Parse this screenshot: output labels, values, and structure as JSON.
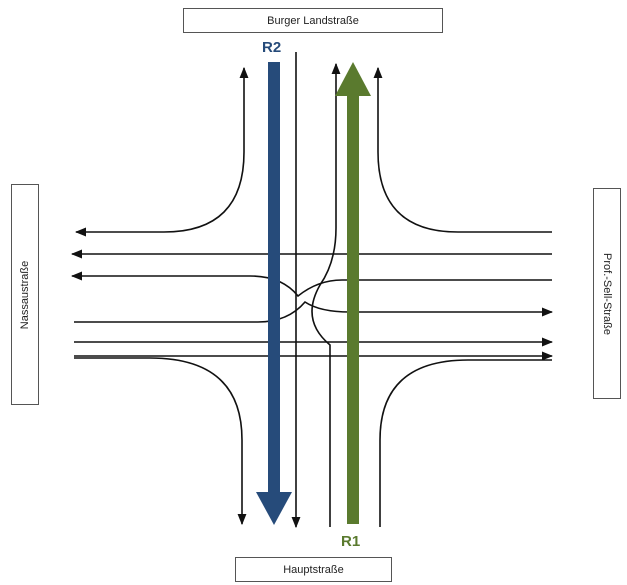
{
  "streets": {
    "north": "Burger Landstraße",
    "south": "Hauptstraße",
    "west": "Nassaustraße",
    "east": "Prof.-Sell-Straße"
  },
  "routes": {
    "r1": {
      "label": "R1",
      "color": "#5a7a2e",
      "direction": "south-to-north"
    },
    "r2": {
      "label": "R2",
      "color": "#264b7a",
      "direction": "north-to-south"
    }
  },
  "colors": {
    "lane": "#111111",
    "background": "#ffffff",
    "box_border": "#555555"
  }
}
